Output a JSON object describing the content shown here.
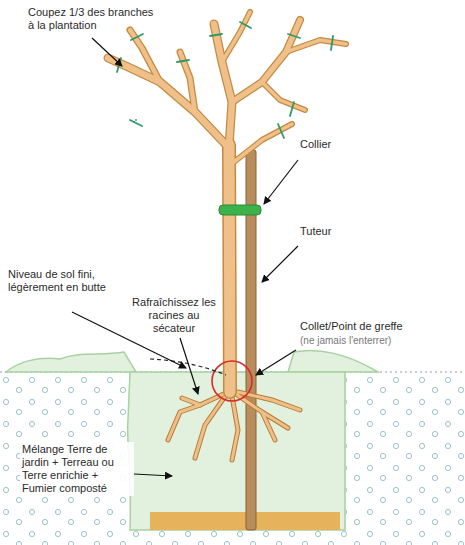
{
  "diagram": {
    "labels": [
      "Coupez 1/3 des branches à la plantation",
      "Collier",
      "Tuteur",
      "Niveau de sol fini, légèrement en butte",
      "Rafraîchissez les racines au sécateur",
      "Collet/Point de greffe",
      "(ne jamais l'enterrer)",
      "Mélange Terre de jardin + Terreau ou Terre enrichie + Fumier composté"
    ]
  }
}
